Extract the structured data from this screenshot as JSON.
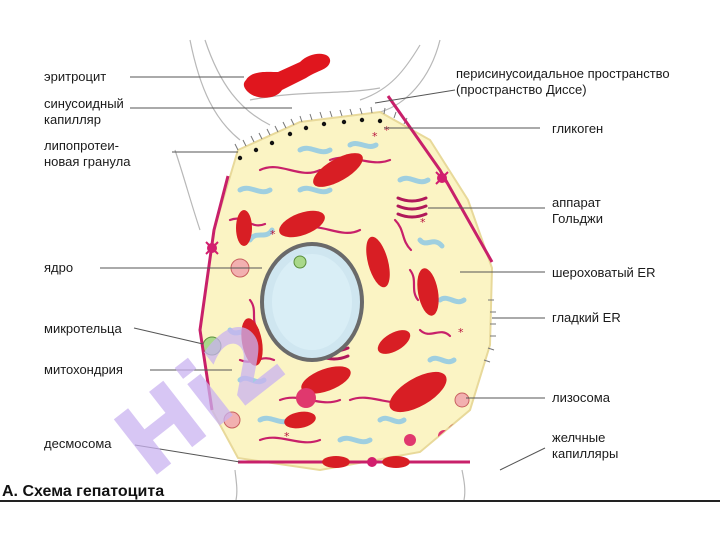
{
  "labels": {
    "erythrocyte": "эритроцит",
    "sinusoid_1": "синусоидный",
    "sinusoid_2": "капилляр",
    "lipoprotein_1": "липопротеи-",
    "lipoprotein_2": "новая гранула",
    "nucleus": "ядро",
    "microbody": "микротельца",
    "mitochondrion": "митохондрия",
    "desmosome": "десмосома",
    "perisinusoidal_1": "перисинусоидальное пространство",
    "perisinusoidal_2": "(пространство Диссе)",
    "glycogen": "гликоген",
    "golgi_1": "аппарат",
    "golgi_2": "Гольджи",
    "rough_er": "шероховатый ER",
    "smooth_er": "гладкий ER",
    "lysosome": "лизосома",
    "bile_1": "желчные",
    "bile_2": "капилляры"
  },
  "caption": "А. Схема гепатоцита",
  "watermark": "Hi2",
  "colors": {
    "cytoplasm": "#fbf4c4",
    "mitochondria": "#d81e24",
    "membrane": "#c8206a",
    "er": "#9fcfe0",
    "nucleus": "#cfe6f0",
    "erythrocyte": "#e0161e",
    "watermark": "#c9b3f0",
    "watermark_gray": "#9a9a9a"
  }
}
